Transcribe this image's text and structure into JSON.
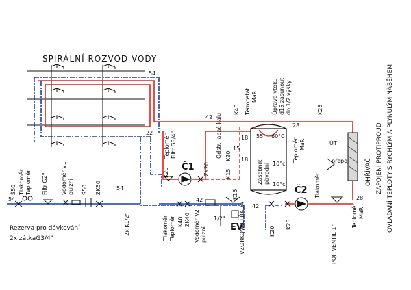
{
  "diagram": {
    "title": "SPIRÁLNÍ ROZVOD VODY",
    "pipe_labels": {
      "p54_top": "54",
      "p42_top": "42",
      "p28_top": "28",
      "p22": "22",
      "p54_bottom": "54",
      "p42_bottom": "42",
      "p54_left": "54",
      "p28_right": "28",
      "p42_tank": "42",
      "p18": "18",
      "p15": "15",
      "p18b": "18"
    },
    "labels": {
      "s50_left": "Š50",
      "tlakomer_left": "Tlakoměr",
      "teplomer_left": "Teploměr",
      "filtr_g2": "Filtr G2\"",
      "vodomer_v1": "Vodoměr V1",
      "pulzni_v1": "pulzní",
      "s50_mid": "Š50",
      "zk50": "ZK50",
      "rezerva_1": "Rezerva pro dávkování",
      "rezerva_2": "2x zátkaG3/4\"",
      "k1_2": "2x K1/2\"",
      "teplomer_filter": "Teploměr",
      "filtr_g34": "Filtr G3/4\"",
      "c1": "Č1",
      "k20_a": "K20",
      "zk20": "ZK20",
      "odstr": "Odstr. lapač kalu",
      "k20_b": "K20",
      "k15_a": "K15",
      "k15_b": "K15",
      "tlakomer_b": "Tlakoměr",
      "teplomer_b": "Teploměr",
      "k40_a": "K40",
      "zk40": "ZK40",
      "vodomer_v2": "Vodoměr V2",
      "pulzni_v2": "pulzní",
      "half_inch": "1/2\"",
      "ev": "EV",
      "vzorkovaci": "VZORKOVACÍ ŘADA",
      "k40_top": "K40",
      "termostat": "Termostat",
      "mar_termostat": "MaR",
      "uprava_1": "Úprava vtoku",
      "uprava_2": "d15 zasunout",
      "uprava_3": "do 1/2 výšky",
      "k25_top": "K25",
      "zasobnik": "Zásobník",
      "puvodni": "původní",
      "teplomer_tank": "Teploměr",
      "mar_tank": "MaR",
      "temp_55": "55°",
      "temp_60": "60°C",
      "temp_10a": "10°c",
      "temp_10b": "10°c",
      "c2": "Č2",
      "tlakomer_c": "Tlakoměr",
      "k20_c": "K20",
      "k25_c": "K25",
      "poj_ventil": "POJ. VENTIL 1\"",
      "teplomer_r": "Teploměr",
      "mar_r": "MaR",
      "ut": "ÚT",
      "prepoj": "přepoj",
      "ohrivac_1": "OHŘÍVAČ",
      "ohrivac_2": "ZAPOJENÍ PROTIPROUD",
      "ohrivac_3": "OVLÁDÁNÍ TEPLOTY S RYCHLÝM A PLYNULÝM NÁBĚHEM"
    },
    "colors": {
      "red_pipe": "#e0241b",
      "blue_pipe": "#1b3fa8",
      "line": "#111111"
    }
  }
}
